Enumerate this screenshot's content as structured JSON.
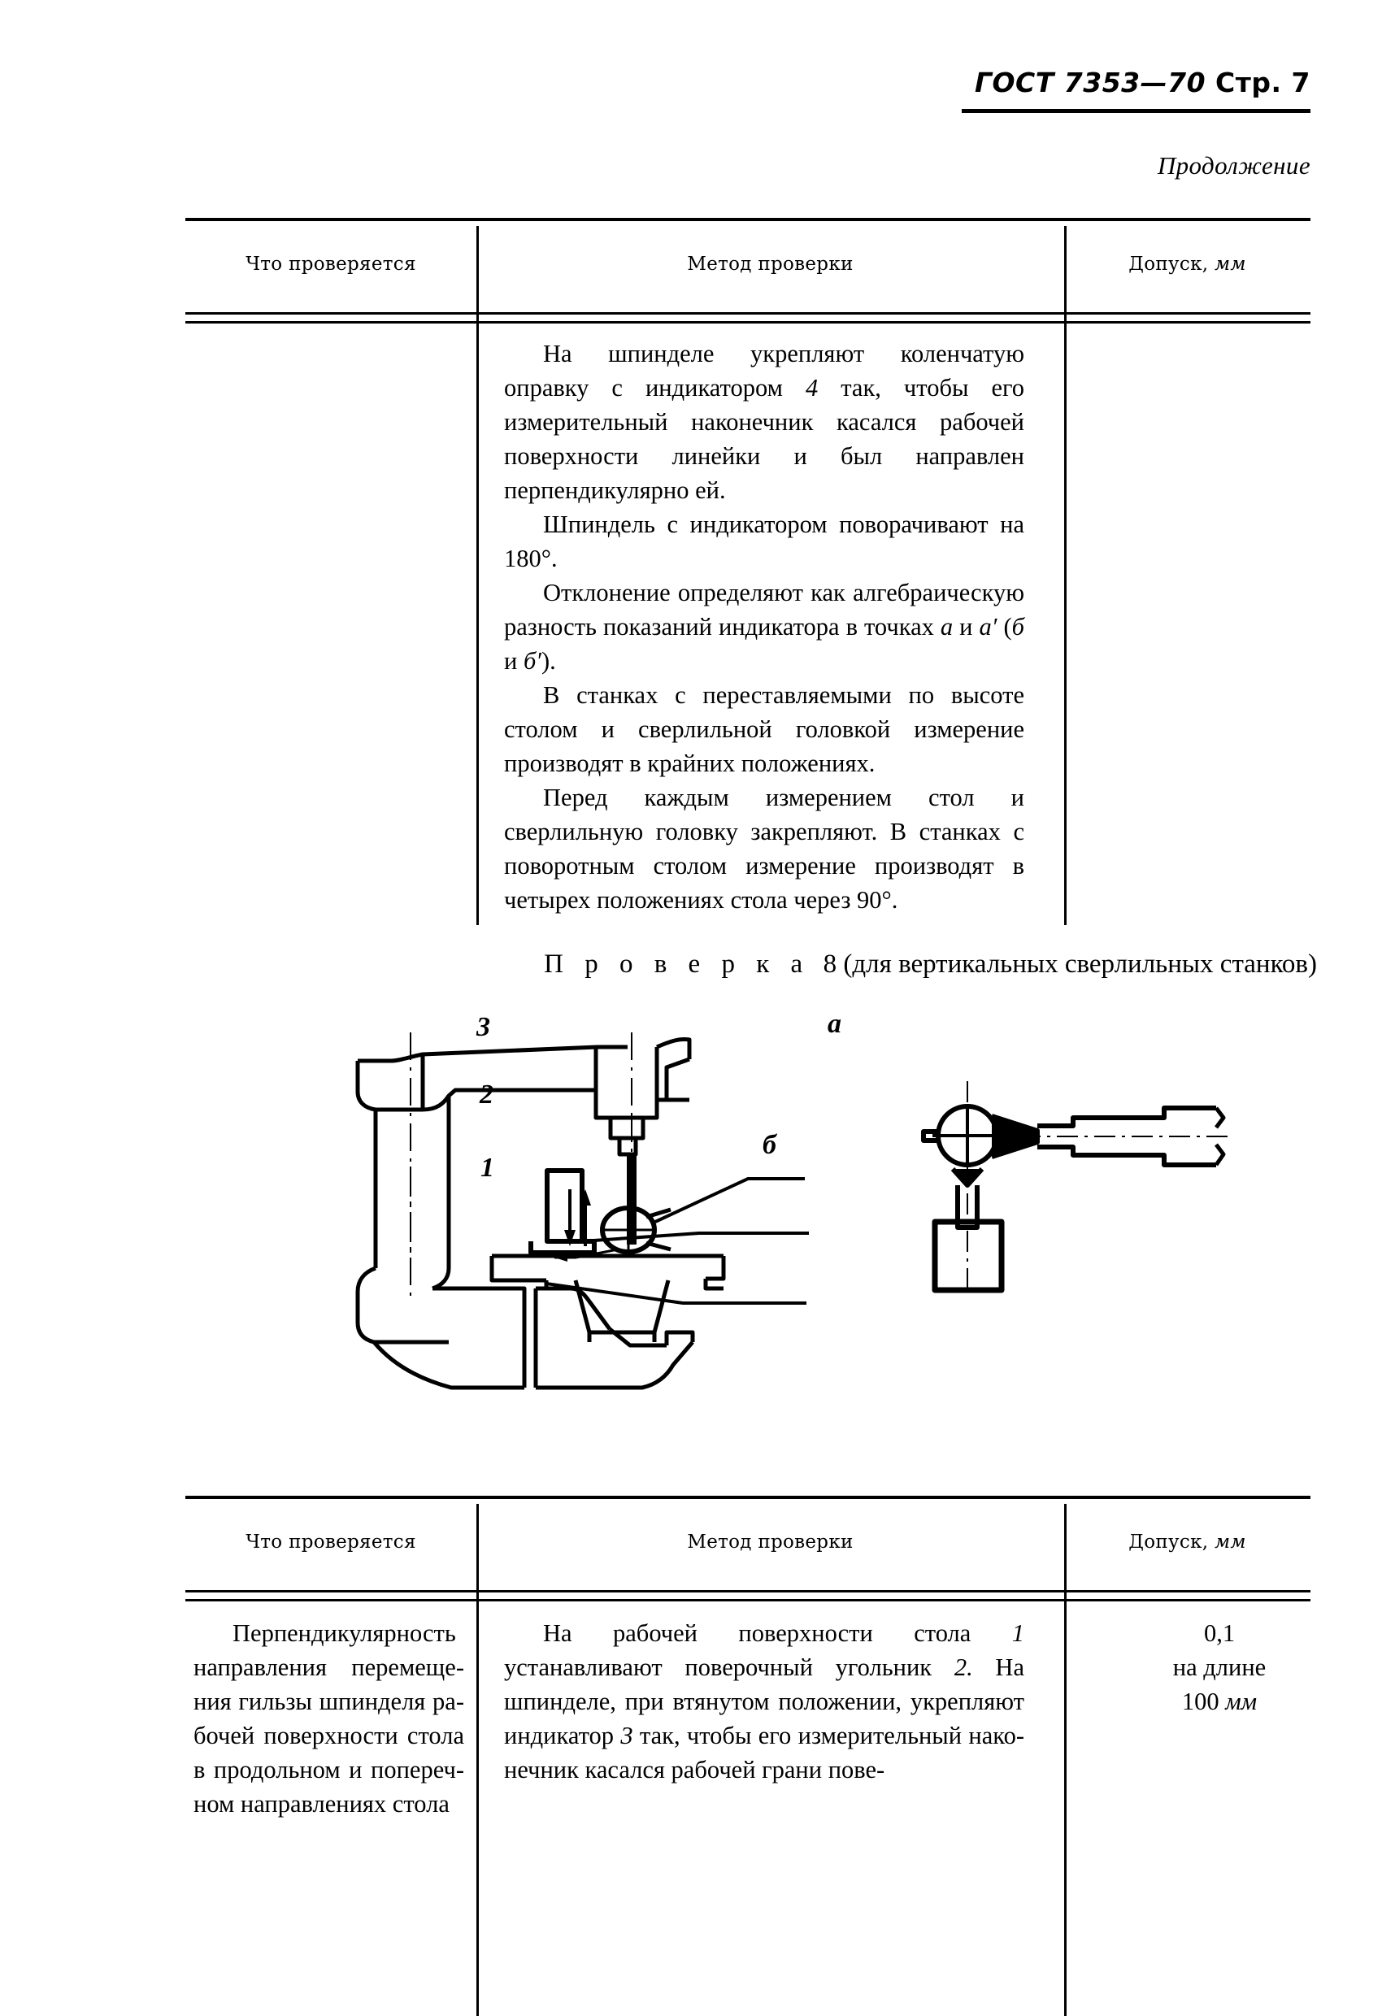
{
  "header": {
    "gost": "ГОСТ 7353—70",
    "page": "Стр. 7"
  },
  "continuation_label": "Продолжение",
  "table_top": {
    "columns": [
      {
        "label": "Что проверяется"
      },
      {
        "label": "Метод проверки"
      },
      {
        "label": "Допуск, ",
        "unit": "мм"
      }
    ],
    "rows": [
      {
        "what": "",
        "method_paragraphs": [
          "На шпинделе укрепляют коленчатую оправку с индикатором 4 так, чтобы его измерительный наконечник касался рабочей поверхности линейки и был направлен перпендикулярно ей.",
          "Шпиндель с индикатором поворачивают на 180°.",
          "Отклонение определяют как алгебраическую разность показаний индикатора в точках а и а′ (б и б′).",
          "В станках с переставляемыми по высоте столом и сверлильной головкой измерение производят в крайних положениях.",
          "Перед каждым измерением стол и сверлильную головку закрепляют. В станках с поворотным столом измерение производят в четырех положениях стола через 90°."
        ],
        "tolerance": ""
      }
    ]
  },
  "section": {
    "prefix": "П р о в е р к а",
    "number": "8",
    "suffix": "(для вертикальных сверлильных станков)"
  },
  "figure": {
    "caption": "",
    "callouts": [
      {
        "id": "3",
        "label": "3"
      },
      {
        "id": "2",
        "label": "2"
      },
      {
        "id": "1",
        "label": "1"
      },
      {
        "id": "a",
        "label": "а"
      },
      {
        "id": "b",
        "label": "б"
      }
    ]
  },
  "table_bottom": {
    "columns": [
      {
        "label": "Что проверяется"
      },
      {
        "label": "Метод проверки"
      },
      {
        "label": "Допуск, ",
        "unit": "мм"
      }
    ],
    "rows": [
      {
        "what": "Перпендикулярность направления перемещения гильзы шпинделя рабочей поверхности стола в продольном и поперечном направлениях стола",
        "method": "На рабочей поверхности стола 1 устанавливают поверочный угольник 2. На шпинделе, при втянутом положении, укрепляют индикатор 3 так, чтобы его измерительный наконечник касался рабочей грани пове-",
        "tolerance_value": "0,1",
        "tolerance_line2": "на длине",
        "tolerance_line3": "100 ",
        "tolerance_unit": "мм"
      }
    ]
  }
}
